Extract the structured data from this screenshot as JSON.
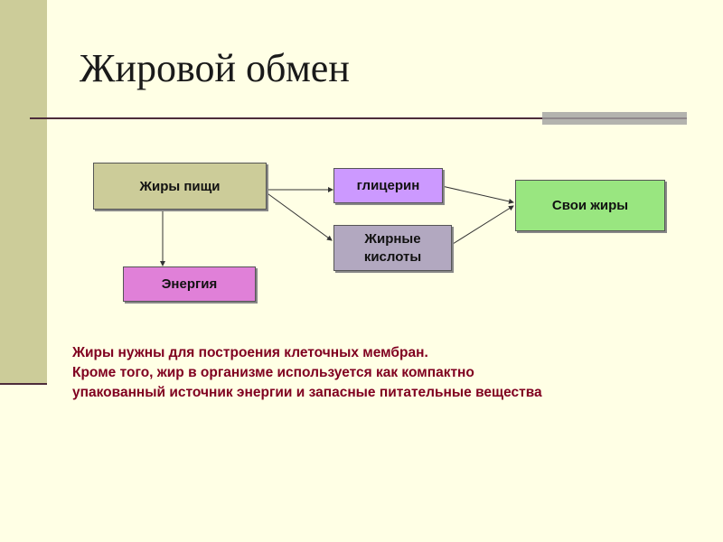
{
  "title": "Жировой обмен",
  "nodes": {
    "food_fats": {
      "label": "Жиры пищи",
      "color": "#cccc99"
    },
    "glycerol": {
      "label": "глицерин",
      "color": "#cc99ff"
    },
    "fatty_acids": {
      "label": "Жирные кислоты",
      "color": "#b2a8c0"
    },
    "own_fats": {
      "label": "Свои жиры",
      "color": "#99e680"
    },
    "energy": {
      "label": "Энергия",
      "color": "#e080d8"
    }
  },
  "note": {
    "line1": "Жиры нужны для построения клеточных мембран.",
    "line2": "Кроме того, жир в организме используется как компактно",
    "line3": "упакованный источник энергии и запасные питательные вещества"
  }
}
